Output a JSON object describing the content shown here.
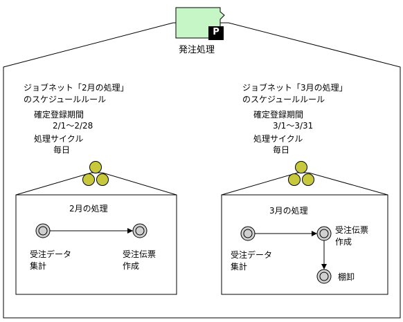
{
  "top_job": {
    "label": "発注処理",
    "badge": "P",
    "fill_color": "#c6f5c6"
  },
  "left_schedule": {
    "line1": "ジョブネット「2月の処理」",
    "line2": "のスケジュールルール",
    "period_label": "確定登録期間",
    "period_value": "2/1～2/28",
    "cycle_label": "処理サイクル",
    "cycle_value": "毎日"
  },
  "right_schedule": {
    "line1": "ジョブネット「3月の処理」",
    "line2": "のスケジュールルール",
    "period_label": "確定登録期間",
    "period_value": "3/1～3/31",
    "cycle_label": "処理サイクル",
    "cycle_value": "毎日"
  },
  "left_net": {
    "title": "2月の処理",
    "job1_line1": "受注データ",
    "job1_line2": "集計",
    "job2_line1": "受注伝票",
    "job2_line2": "作成"
  },
  "right_net": {
    "title": "3月の処理",
    "job1_line1": "受注データ",
    "job1_line2": "集計",
    "job2_line1": "受注伝票",
    "job2_line2": "作成",
    "job3": "棚卸"
  },
  "colors": {
    "jobnet_icon": "#c8c83c",
    "job_icon": "#d0d0d0"
  }
}
